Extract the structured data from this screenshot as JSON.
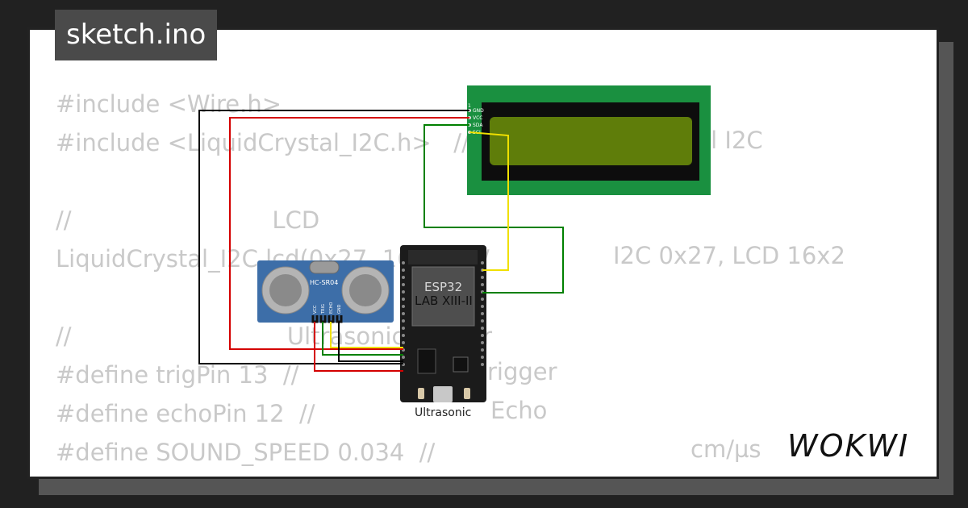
{
  "project": {
    "title": "sketch.ino"
  },
  "code_lines": [
    "#include <Wire.h>",
    "#include <LiquidCrystal_I2C.h>   //",
    "",
    "//                           LCD",
    "LiquidCrystal_I2C lcd(0x27, 16, 2);  //",
    "",
    "//                             Ultrasonic Sensor",
    "#define trigPin 13  //",
    "#define echoPin 12  //",
    "#define SOUND_SPEED 0.034  //"
  ],
  "code_fragments": {
    "lcd_i2c_comment": "tal I2C",
    "lcd_address_comment": "I2C 0x27, LCD 16x2",
    "trigger_comment": "rigger",
    "echo_comment": "Echo",
    "unit_comment": "cm/µs"
  },
  "diagram": {
    "lcd": {
      "pin1_label": "1",
      "pins": [
        "GND",
        "VCC",
        "SDA",
        "SCL"
      ],
      "board_color": "#1a9040",
      "screen_color": "#5f7d0a"
    },
    "sensor": {
      "label": "HC-SR04",
      "pins": [
        "VCC",
        "TRIG",
        "ECHO",
        "GND"
      ],
      "board_color": "#3d6ea8"
    },
    "esp32": {
      "chip_label": "ESP32",
      "module_label": "LAB XIII-II",
      "caption": "Ultrasonic"
    },
    "wire_colors": {
      "gnd": "#000000",
      "vcc": "#d40000",
      "sda": "#008000",
      "scl": "#f0e000"
    }
  },
  "brand": {
    "name": "WOKWI"
  }
}
